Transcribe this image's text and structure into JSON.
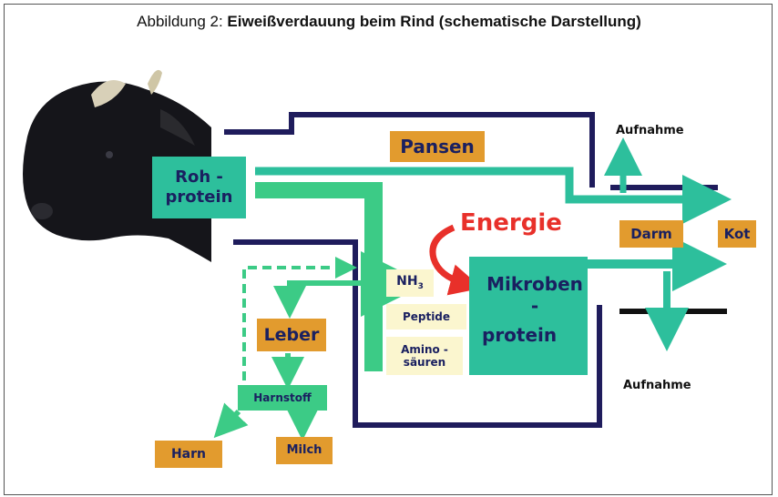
{
  "figure": {
    "title_prefix": "Abbildung 2: ",
    "title_bold": "Eiweißverdauung beim Rind (schematische Darstellung)"
  },
  "nodes": {
    "rohprotein_line1": "Roh -",
    "rohprotein_line2": "protein",
    "pansen": "Pansen",
    "darm": "Darm",
    "kot": "Kot",
    "energie": "Energie",
    "nh3_base": "NH",
    "nh3_sub": "3",
    "peptide": "Peptide",
    "aminosaeuren_line1": "Amino -",
    "aminosaeuren_line2": "säuren",
    "mikrobenprotein_line1": "Mikroben -",
    "mikrobenprotein_line2": "protein",
    "leber": "Leber",
    "harnstoff": "Harnstoff",
    "harn": "Harn",
    "milch": "Milch",
    "aufnahme_top": "Aufnahme",
    "aufnahme_bottom": "Aufnahme"
  },
  "colors": {
    "navy": "#1f1c5c",
    "teal": "#2dbf9c",
    "green": "#3ccb86",
    "orange": "#e29b2e",
    "red": "#e8302a",
    "pale_yellow": "#fbf6cf"
  }
}
